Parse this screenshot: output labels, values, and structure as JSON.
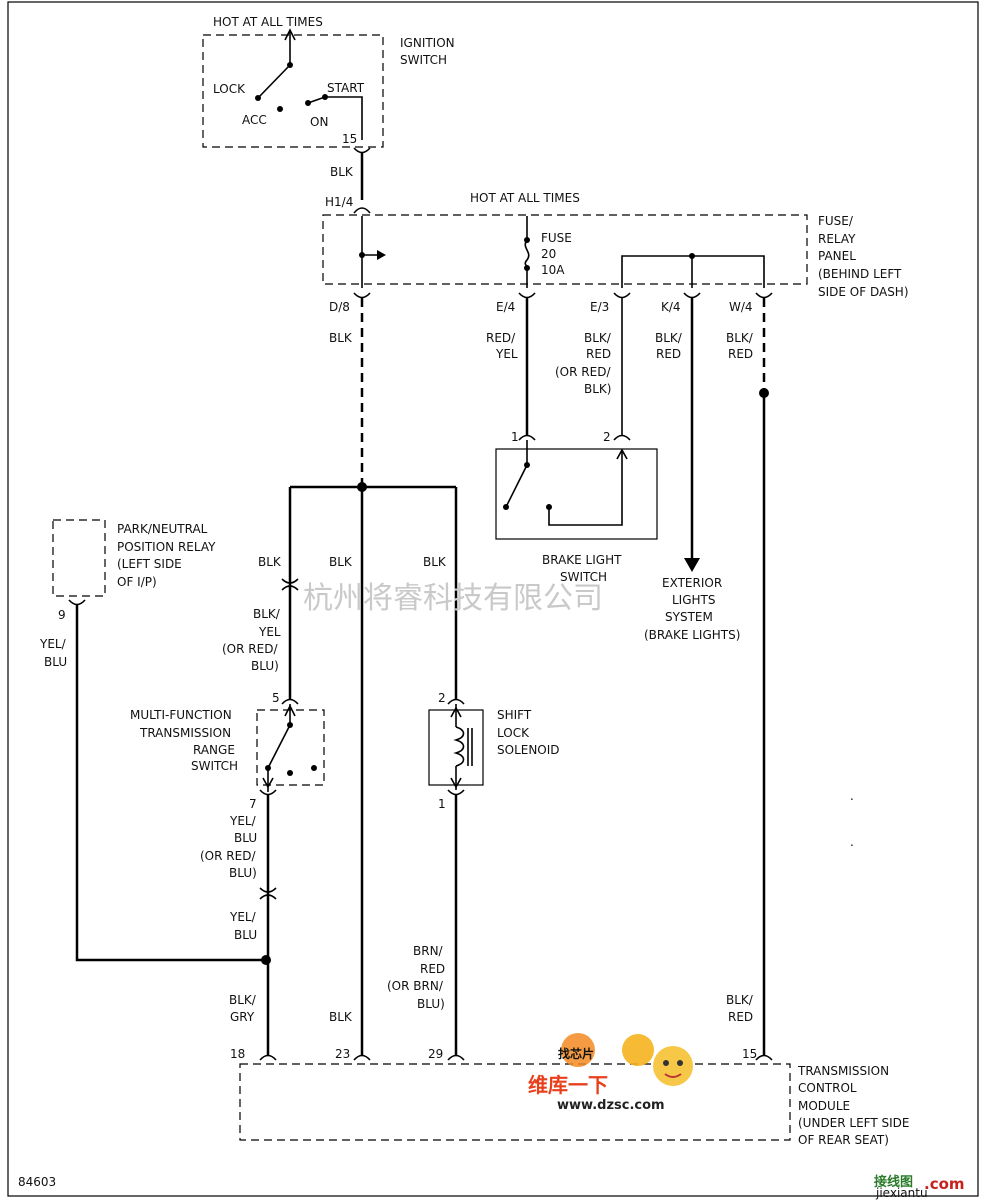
{
  "ignition": {
    "hot": "HOT AT ALL TIMES",
    "title1": "IGNITION",
    "title2": "SWITCH",
    "lock": "LOCK",
    "acc": "ACC",
    "on": "ON",
    "start": "START",
    "pin": "15",
    "wire": "BLK"
  },
  "fuse_panel": {
    "hot": "HOT AT ALL TIMES",
    "title": [
      "FUSE/",
      "RELAY",
      "PANEL",
      "(BEHIND LEFT",
      "SIDE OF DASH)"
    ],
    "fuse": [
      "FUSE",
      "20",
      "10A"
    ],
    "pins": {
      "h1": "H1/4",
      "d8": "D/8",
      "e4": "E/4",
      "e3": "E/3",
      "k4": "K/4",
      "w4": "W/4"
    }
  },
  "wires": {
    "d8": "BLK",
    "e4": [
      "RED/",
      "YEL"
    ],
    "e3": [
      "BLK/",
      "RED",
      "(OR RED/",
      "BLK)"
    ],
    "k4": [
      "BLK/",
      "RED"
    ],
    "w4": [
      "BLK/",
      "RED"
    ],
    "left_blk": "BLK",
    "mid_blk": "BLK",
    "right_blk": "BLK",
    "mfs_in": [
      "BLK/",
      "YEL",
      "(OR RED/",
      "BLU)"
    ],
    "mfs_out": [
      "YEL/",
      "BLU",
      "(OR RED/",
      "BLU)"
    ],
    "yelblu": [
      "YEL/",
      "BLU"
    ],
    "pnp": [
      "YEL/",
      "BLU"
    ],
    "blkgry": [
      "BLK/",
      "GRY"
    ],
    "tcm_blk": "BLK",
    "brn": [
      "BRN/",
      "RED",
      "(OR BRN/",
      "BLU)"
    ],
    "tcm_red": [
      "BLK/",
      "RED"
    ]
  },
  "brake_switch": {
    "title": [
      "BRAKE LIGHT",
      "SWITCH"
    ],
    "pin1": "1",
    "pin2": "2"
  },
  "exterior": [
    "EXTERIOR",
    "LIGHTS",
    "SYSTEM",
    "(BRAKE LIGHTS)"
  ],
  "pnp_relay": {
    "title": [
      "PARK/NEUTRAL",
      "POSITION RELAY",
      "(LEFT SIDE",
      "OF I/P)"
    ],
    "pin": "9"
  },
  "mfs": {
    "title": [
      "MULTI-FUNCTION",
      "TRANSMISSION",
      "RANGE",
      "SWITCH"
    ],
    "pin_in": "5",
    "pin_out": "7"
  },
  "solenoid": {
    "title": [
      "SHIFT",
      "LOCK",
      "SOLENOID"
    ],
    "pin_in": "2",
    "pin_out": "1"
  },
  "tcm": {
    "title": [
      "TRANSMISSION",
      "CONTROL",
      "MODULE",
      "(UNDER LEFT SIDE",
      "OF REAR SEAT)"
    ],
    "pins": [
      "18",
      "23",
      "29",
      "15"
    ]
  },
  "diagram_id": "84603",
  "watermark": "杭州将睿科技有限公司",
  "logo": {
    "badge": "找芯片",
    "cn": "维库一下",
    "url": "www.dzsc.com"
  },
  "bottom_logo": {
    "cn": "接线图",
    "dot": ".com",
    "sub": "jiexiantu"
  }
}
